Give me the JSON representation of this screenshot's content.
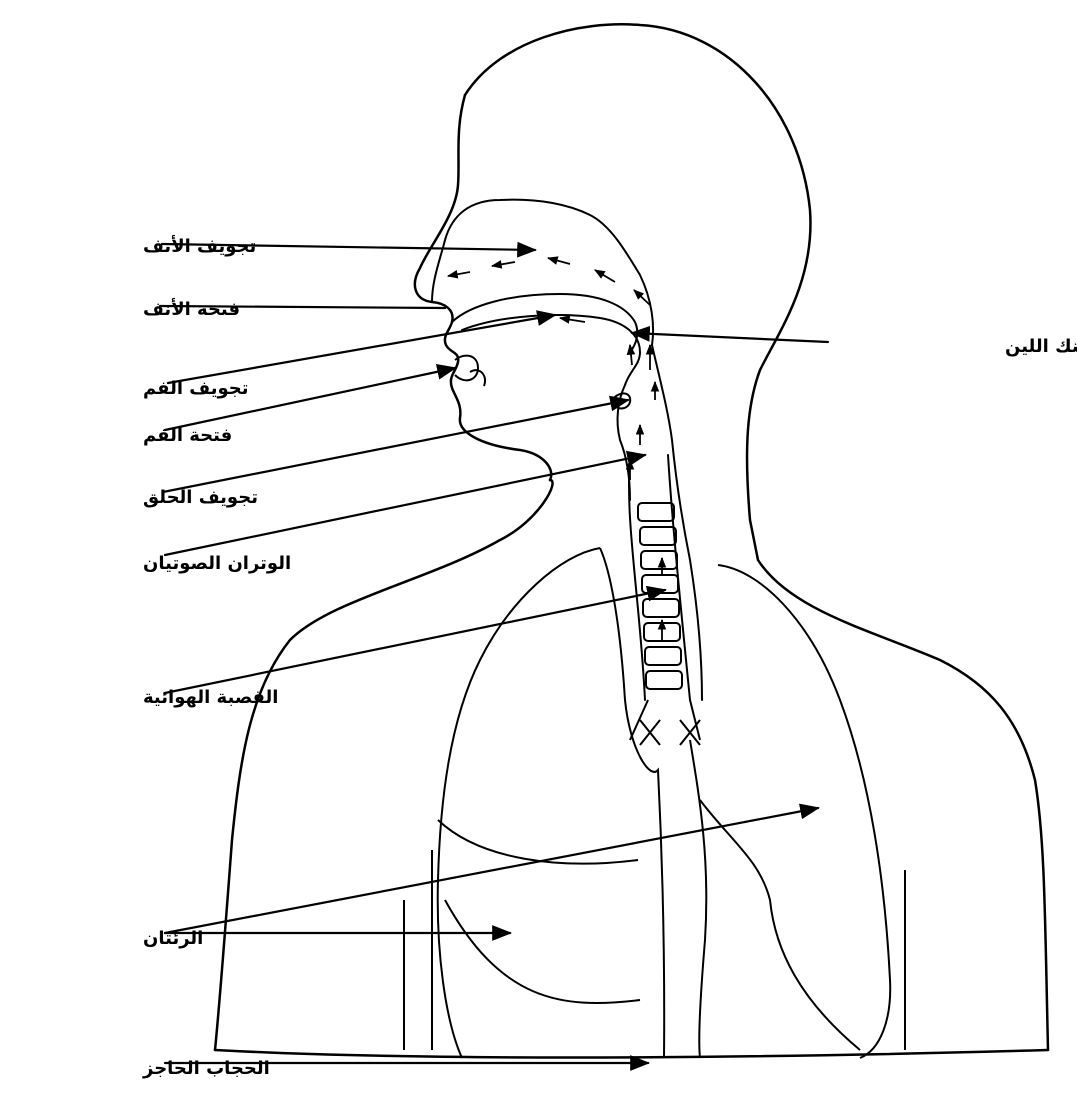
{
  "labels": {
    "nasal_cavity": "تجويف الأنف",
    "nostril": "فتحة الأنف",
    "oral_cavity": "تجويف الفم",
    "mouth_opening": "فتحة الفم",
    "pharyngeal_cavity": "تجويف الحلق",
    "vocal_cords": "الوتران الصوتيان",
    "trachea": "القصبة الهوائية",
    "lungs": "الرئتان",
    "diaphragm": "الحجاب الحاجز",
    "soft_palate": "الحنك اللين"
  },
  "colors": {
    "ink": "#000000",
    "background": "#ffffff"
  }
}
